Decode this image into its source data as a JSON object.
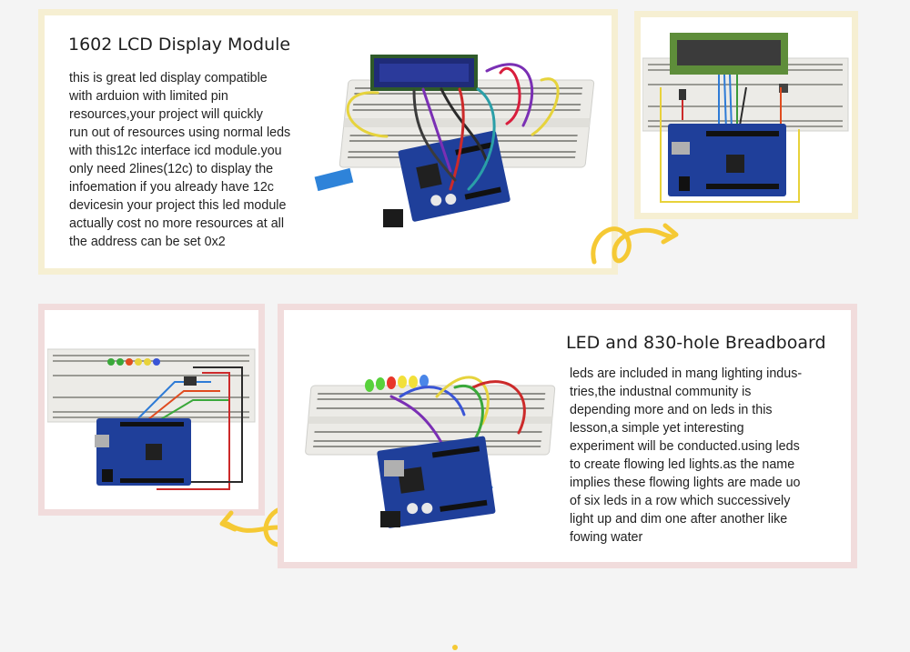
{
  "colors": {
    "background": "#f4f4f4",
    "yellow_frame": "#f6efd2",
    "pink_frame": "#f1dcdc",
    "accent_swirl": "#f5c934",
    "board_blue": "#1f3f9a",
    "lcd_green": "#88b04a"
  },
  "lcd_section": {
    "title": "1602 LCD Display Module",
    "lines": [
      "this is great led display compatible",
      "with arduion with limited pin",
      "resources,your project will quickly",
      "run out of resources using normal leds",
      "with this12c interface icd module.you",
      "only need 2lines(12c) to display the",
      "infoemation if you already have 12c",
      "devicesin your project this led module",
      "actually cost no more resources at all",
      "the address can be set 0x2"
    ],
    "photo_icon": "lcd-breadboard-arduino-photo",
    "diagram_icon": "lcd-wiring-diagram"
  },
  "breadboard_section": {
    "title": "LED and 830-hole Breadboard",
    "lines": [
      "leds are included in mang lighting indus-",
      "tries,the industnal community is",
      "depending more and on leds in this",
      "lesson,a simple yet interesting",
      "experiment will be conducted.using leds",
      "to create flowing led lights.as the name",
      "implies these flowing lights are made uo",
      "of six leds in a row which successively",
      "light up and dim one after another like",
      "fowing water"
    ],
    "photo_icon": "led-breadboard-arduino-photo",
    "diagram_icon": "led-wiring-diagram"
  },
  "decor": {
    "swirl_icon": "curly-arrow",
    "page_dot_color": "#f5c934"
  }
}
